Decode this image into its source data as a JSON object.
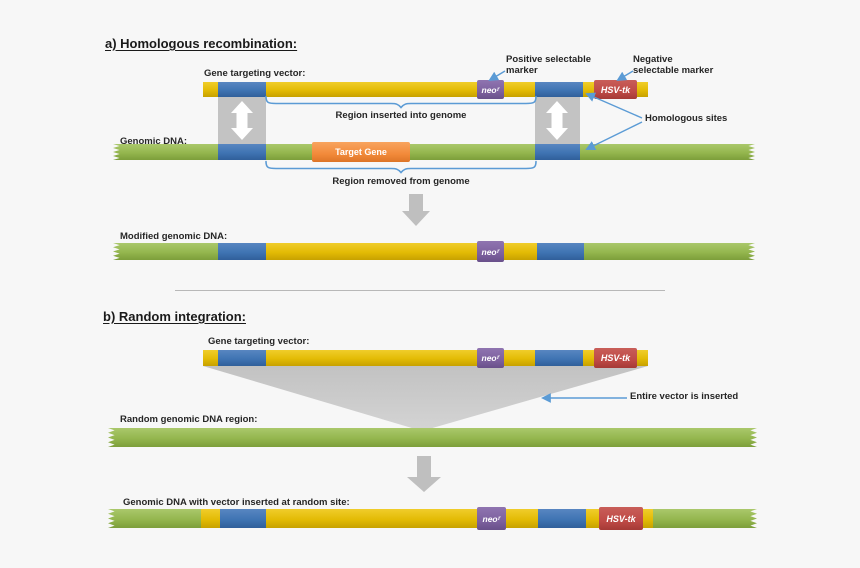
{
  "colors": {
    "yellow": "#e3bb05",
    "blue": "#3f74b3",
    "green": "#94b64e",
    "purple": "#7d619f",
    "red": "#bf4a46",
    "orange": "#f28a3a",
    "connector_blue": "#5b9bd5",
    "gray_arrow": "#bfbfbf",
    "background": "#f7f7f7"
  },
  "section_a": {
    "title": "a) Homologous recombination:",
    "gene_targeting_vector_label": "Gene targeting vector:",
    "positive_marker_label": "Positive selectable marker",
    "negative_marker_label": "Negative selectable marker",
    "neo_label": "neo",
    "neo_superscript": "r",
    "hsv_tk_label": "HSV-tk",
    "region_inserted_label": "Region inserted into genome",
    "homologous_sites_label": "Homologous sites",
    "genomic_dna_label": "Genomic DNA:",
    "target_gene_label": "Target Gene",
    "region_removed_label": "Region removed from genome",
    "modified_dna_label": "Modified genomic DNA:"
  },
  "section_b": {
    "title": "b) Random integration:",
    "gene_targeting_vector_label": "Gene targeting vector:",
    "neo_label": "neo",
    "neo_superscript": "r",
    "hsv_tk_label": "HSV-tk",
    "entire_vector_label": "Entire vector is inserted",
    "random_region_label": "Random genomic DNA region:",
    "result_label": "Genomic DNA with vector inserted at random site:"
  }
}
